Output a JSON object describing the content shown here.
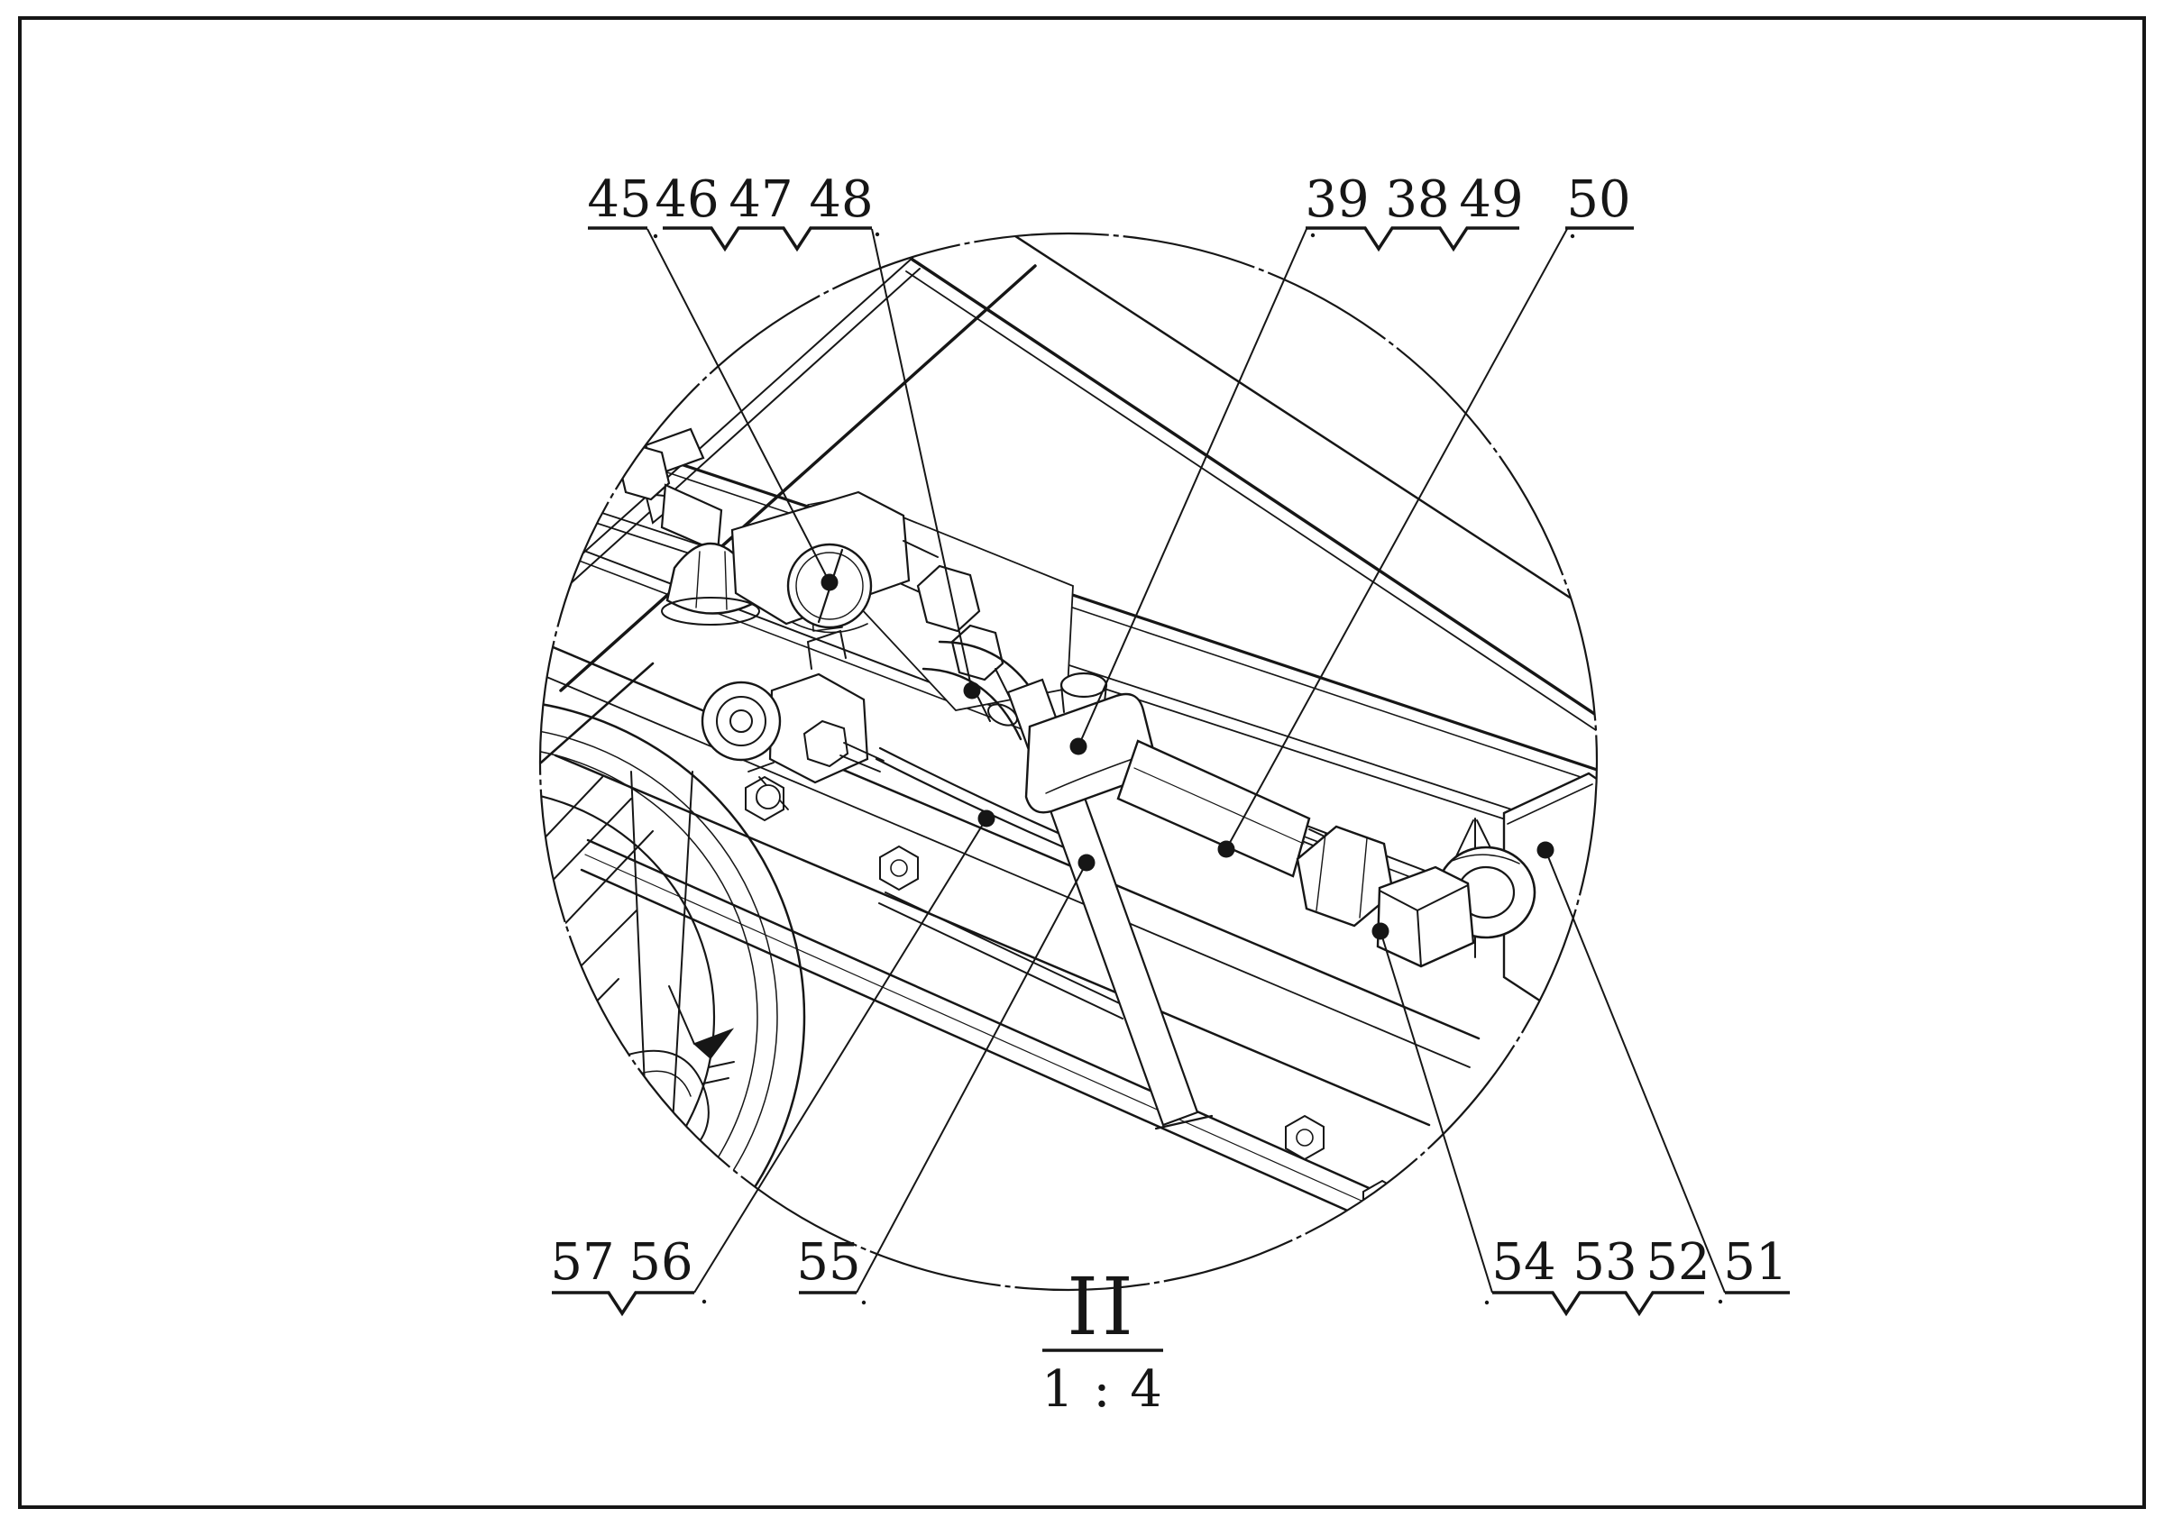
{
  "drawing": {
    "kind": "patent-detail-line-drawing",
    "view_label": "II",
    "view_scale": "1 : 4",
    "line_color": "#161616",
    "background_color": "#ffffff",
    "depicts": "chassis frame with pneumatic valve assembly, hose, cylinder, mounting bracket and wheel inside a detail circle"
  },
  "callout_groups": [
    {
      "position": "top-left",
      "labels": [
        "45"
      ]
    },
    {
      "position": "top-left",
      "labels": [
        "46",
        "47",
        "48"
      ]
    },
    {
      "position": "top-right",
      "labels": [
        "39",
        "38",
        "49"
      ]
    },
    {
      "position": "top-right",
      "labels": [
        "50"
      ]
    },
    {
      "position": "bottom-left",
      "labels": [
        "57",
        "56"
      ]
    },
    {
      "position": "bottom-left",
      "labels": [
        "55"
      ]
    },
    {
      "position": "bottom-right",
      "labels": [
        "54",
        "53",
        "52"
      ]
    },
    {
      "position": "bottom-right",
      "labels": [
        "51"
      ]
    }
  ]
}
